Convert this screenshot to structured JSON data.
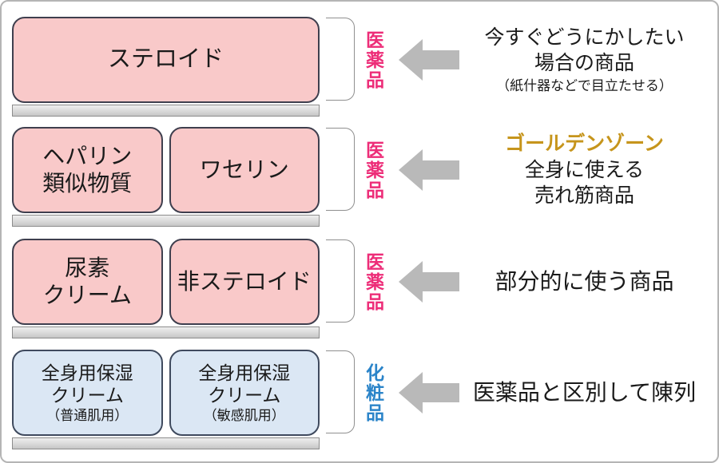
{
  "colors": {
    "pink_fill": "#f9c9c9",
    "pink_border": "#3f3f4e",
    "blue_fill": "#dbe7f4",
    "blue_border": "#3f4a5e",
    "medicine_label": "#ed2d78",
    "cosmetics_label": "#2b84c9",
    "golden_zone": "#c6951c",
    "arrow": "#b9b9b9",
    "shelf_fill": "#d9d9d9",
    "shelf_border": "#8c8c8c",
    "bracket": "#8f8f8f",
    "frame_border": "#b5b5b5",
    "text": "#1a1a1a"
  },
  "rows": [
    {
      "category": "医薬品",
      "boxes": [
        {
          "lines": [
            "ステロイド"
          ]
        }
      ],
      "note_lines": [
        "今すぐどうにかしたい",
        "場合の商品",
        "（紙什器などで目立たせる）"
      ]
    },
    {
      "category": "医薬品",
      "boxes": [
        {
          "lines": [
            "ヘパリン",
            "類似物質"
          ]
        },
        {
          "lines": [
            "ワセリン"
          ]
        }
      ],
      "note_lines": [
        "ゴールデンゾーン",
        "全身に使える",
        "売れ筋商品"
      ]
    },
    {
      "category": "医薬品",
      "boxes": [
        {
          "lines": [
            "尿素",
            "クリーム"
          ]
        },
        {
          "lines": [
            "非ステロイド"
          ]
        }
      ],
      "note_lines": [
        "部分的に使う商品"
      ]
    },
    {
      "category": "化粧品",
      "boxes": [
        {
          "lines": [
            "全身用保湿",
            "クリーム",
            "（普通肌用）"
          ]
        },
        {
          "lines": [
            "全身用保湿",
            "クリーム",
            "（敏感肌用）"
          ]
        }
      ],
      "note_lines": [
        "医薬品と区別して陳列"
      ]
    }
  ]
}
